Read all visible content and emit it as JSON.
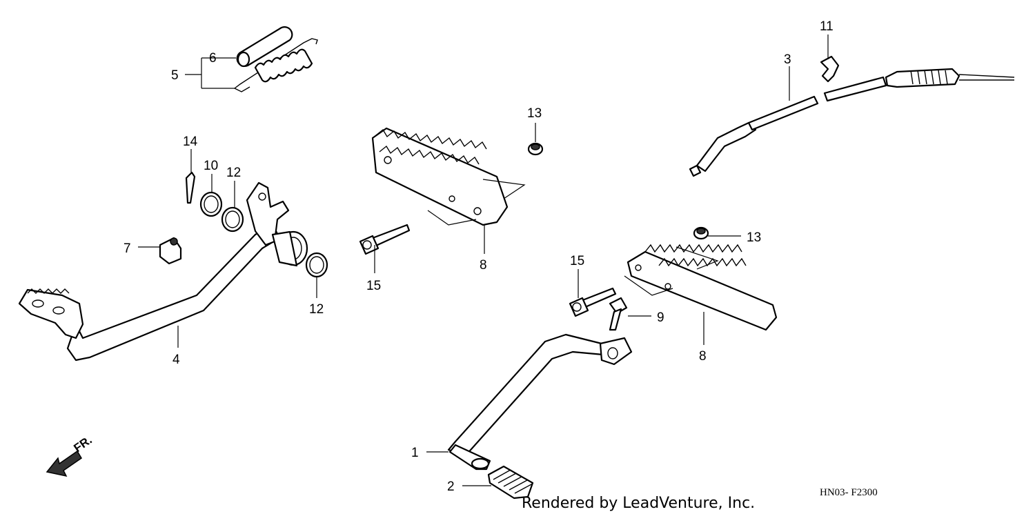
{
  "diagram": {
    "callouts": [
      {
        "label": "1"
      },
      {
        "label": "2"
      },
      {
        "label": "3"
      },
      {
        "label": "4"
      },
      {
        "label": "5"
      },
      {
        "label": "6"
      },
      {
        "label": "7"
      },
      {
        "label": "8"
      },
      {
        "label": "8"
      },
      {
        "label": "9"
      },
      {
        "label": "10"
      },
      {
        "label": "11"
      },
      {
        "label": "12"
      },
      {
        "label": "12"
      },
      {
        "label": "13"
      },
      {
        "label": "13"
      },
      {
        "label": "14"
      },
      {
        "label": "15"
      },
      {
        "label": "15"
      }
    ],
    "direction_label": "FR.",
    "diagram_code": "HN03- F2300",
    "credit": "Rendered by LeadVenture, Inc."
  }
}
